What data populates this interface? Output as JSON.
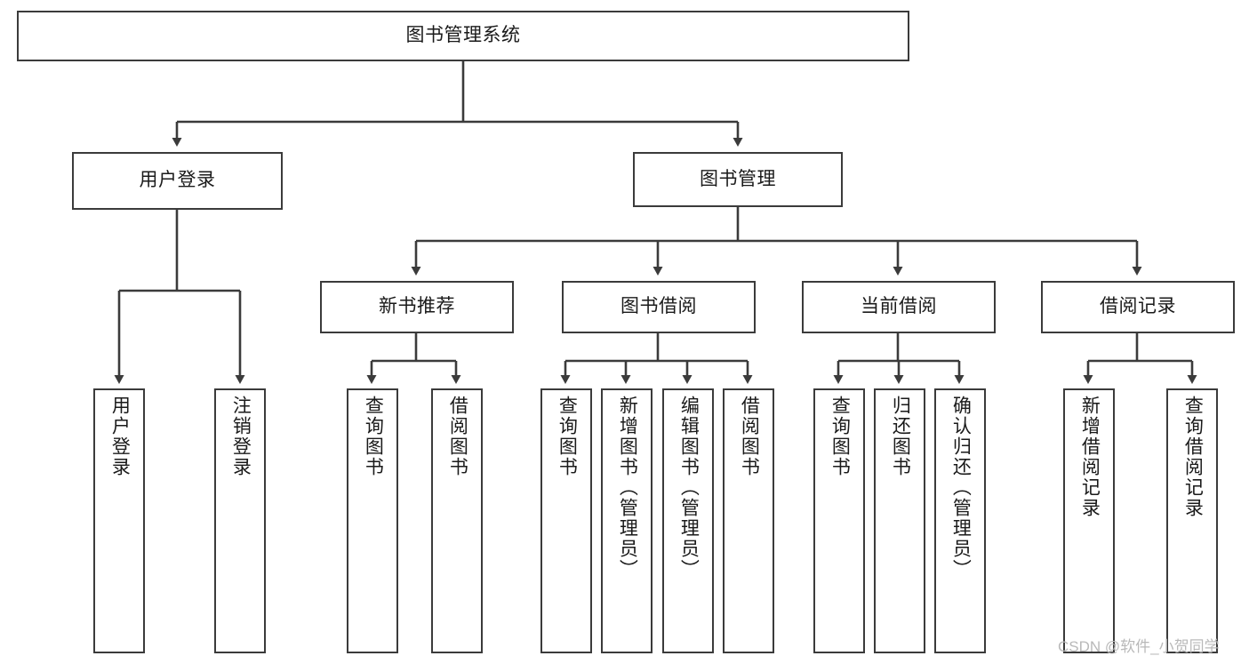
{
  "diagram": {
    "title": "图书管理系统",
    "type": "tree-hierarchy-chart",
    "orientation": "top-down",
    "colors": {
      "box_border": "#3b3b3b",
      "box_fill": "#ffffff",
      "edge": "#3b3b3b",
      "text": "#1a1a1a",
      "watermark": "#b9b9b9",
      "background": "#ffffff"
    },
    "nodes": {
      "root": {
        "label": "图书管理系统"
      },
      "level2": [
        {
          "label": "用户登录"
        },
        {
          "label": "图书管理"
        }
      ],
      "level3": [
        {
          "label": "新书推荐"
        },
        {
          "label": "图书借阅"
        },
        {
          "label": "当前借阅"
        },
        {
          "label": "借阅记录"
        }
      ],
      "leaves": {
        "user_login": [
          {
            "label": "用户登录"
          },
          {
            "label": "注销登录"
          }
        ],
        "new_book_recommend": [
          {
            "label": "查询图书"
          },
          {
            "label": "借阅图书"
          }
        ],
        "book_borrow": [
          {
            "label": "查询图书"
          },
          {
            "label": "新增图书（管理员）"
          },
          {
            "label": "编辑图书（管理员）"
          },
          {
            "label": "借阅图书"
          }
        ],
        "current_borrow": [
          {
            "label": "查询图书"
          },
          {
            "label": "归还图书"
          },
          {
            "label": "确认归还（管理员）"
          }
        ],
        "borrow_record": [
          {
            "label": "新增借阅记录"
          },
          {
            "label": "查询借阅记录"
          }
        ]
      }
    }
  },
  "watermark": {
    "text": "CSDN @软件_小贺同学"
  }
}
